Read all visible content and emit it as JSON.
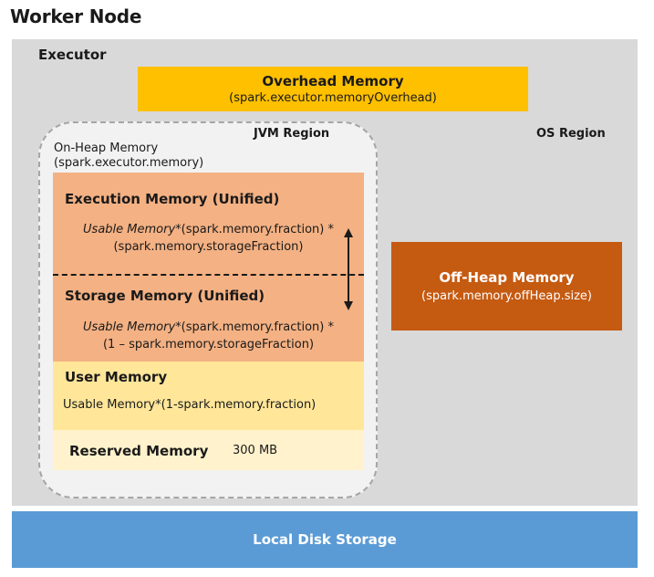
{
  "title": "Worker Node",
  "executor": {
    "label": "Executor"
  },
  "overhead": {
    "title": "Overhead Memory",
    "config": "(spark.executor.memoryOverhead)"
  },
  "os_region": {
    "label": "OS Region"
  },
  "jvm_region": {
    "label": "JVM Region",
    "onheap_label": "On-Heap Memory",
    "onheap_config": "(spark.executor.memory)"
  },
  "execution": {
    "title": "Execution Memory (Unified)",
    "formula_italic": "Usable Memory",
    "formula_line1_rest": "*(spark.memory.fraction) *",
    "formula_line2": "(spark.memory.storageFraction)"
  },
  "storage": {
    "title": "Storage Memory (Unified)",
    "formula_italic": "Usable Memory",
    "formula_line1_rest": "*(spark.memory.fraction) *",
    "formula_line2": "(1 – spark.memory.storageFraction)"
  },
  "user": {
    "title": "User Memory",
    "formula": "Usable Memory*(1-spark.memory.fraction)"
  },
  "reserved": {
    "title": "Reserved Memory",
    "size": "300 MB"
  },
  "offheap": {
    "title": "Off-Heap Memory",
    "config": "(spark.memory.offHeap.size)"
  },
  "disk": {
    "label": "Local Disk Storage"
  },
  "colors": {
    "overhead": "#ffc000",
    "execution_storage": "#f4b183",
    "user": "#ffe699",
    "reserved": "#fff2cc",
    "offheap": "#c55a11",
    "disk": "#5b9bd5",
    "node": "#d9d9d9",
    "jvm": "#f2f2f2"
  }
}
